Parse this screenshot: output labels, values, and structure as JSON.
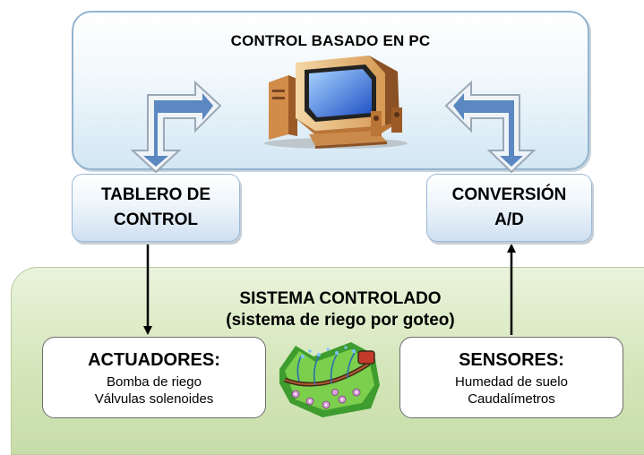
{
  "top_panel": {
    "title": "CONTROL BASADO EN PC",
    "computer_icon": "desktop-computer-icon"
  },
  "tablero": {
    "line1": "TABLERO DE",
    "line2": "CONTROL"
  },
  "conversion": {
    "line1": "CONVERSIÓN",
    "line2": "A/D"
  },
  "bottom_panel": {
    "title_line1": "SISTEMA CONTROLADO",
    "title_line2": "(sistema de riego por goteo)",
    "irrigation_icon": "drip-irrigation-icon"
  },
  "actuadores": {
    "title": "ACTUADORES:",
    "items": [
      "Bomba de riego",
      "Válvulas solenoides"
    ]
  },
  "sensores": {
    "title": "SENSORES:",
    "items": [
      "Humedad de suelo",
      "Caudalímetros"
    ]
  },
  "colors": {
    "top_panel_fill": "#d3e7f4",
    "bottom_panel_fill": "#d4e6ba",
    "block_arrow_blue": "#5b88c0"
  }
}
